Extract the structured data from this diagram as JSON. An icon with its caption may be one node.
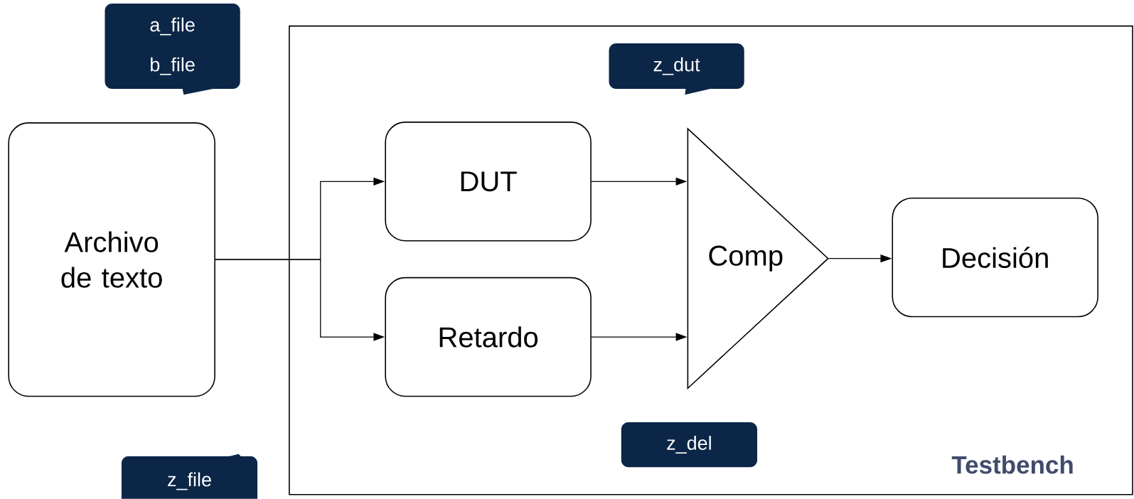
{
  "diagram": {
    "nodes": [
      {
        "text": [
          "Testbench"
        ]
      },
      {
        "text": [
          "Archivo de texto"
        ]
      },
      {
        "text": [
          "DUT"
        ],
        "in": 0
      },
      {
        "text": [
          "Retardo"
        ],
        "in": 0
      },
      {
        "text": [
          "Comp"
        ],
        "in": 0
      },
      {
        "text": [
          "Decisión"
        ],
        "in": 0
      },
      {
        "text": [
          "a_file",
          "b_file"
        ]
      },
      {
        "text": [
          "z_dut"
        ],
        "in": 0
      },
      {
        "text": [
          "z_del"
        ],
        "in": 0
      },
      {
        "text": [
          "z_file"
        ]
      }
    ],
    "edges": [
      {
        "from": 1,
        "to": 2,
        "arrow": "to"
      },
      {
        "from": 1,
        "to": 3,
        "arrow": "to"
      },
      {
        "from": 2,
        "to": 4,
        "arrow": "to"
      },
      {
        "from": 3,
        "to": 4,
        "arrow": "to"
      },
      {
        "from": 4,
        "to": 5,
        "arrow": "to"
      }
    ]
  }
}
